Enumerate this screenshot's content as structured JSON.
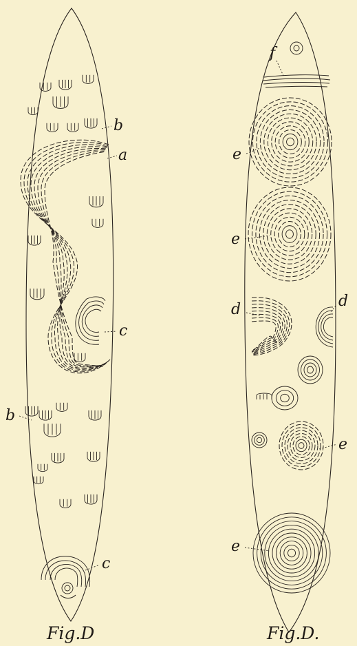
{
  "figures": [
    {
      "caption": "Fig.D",
      "labels": {
        "a": "a",
        "b_top": "b",
        "b_bottom": "b",
        "c_mid": "c",
        "c_bottom": "c"
      }
    },
    {
      "caption": "Fig.D.",
      "labels": {
        "f": "f",
        "e1": "e",
        "e2": "e",
        "d_left": "d",
        "d_right": "d",
        "e3": "e",
        "e4": "e"
      }
    }
  ]
}
